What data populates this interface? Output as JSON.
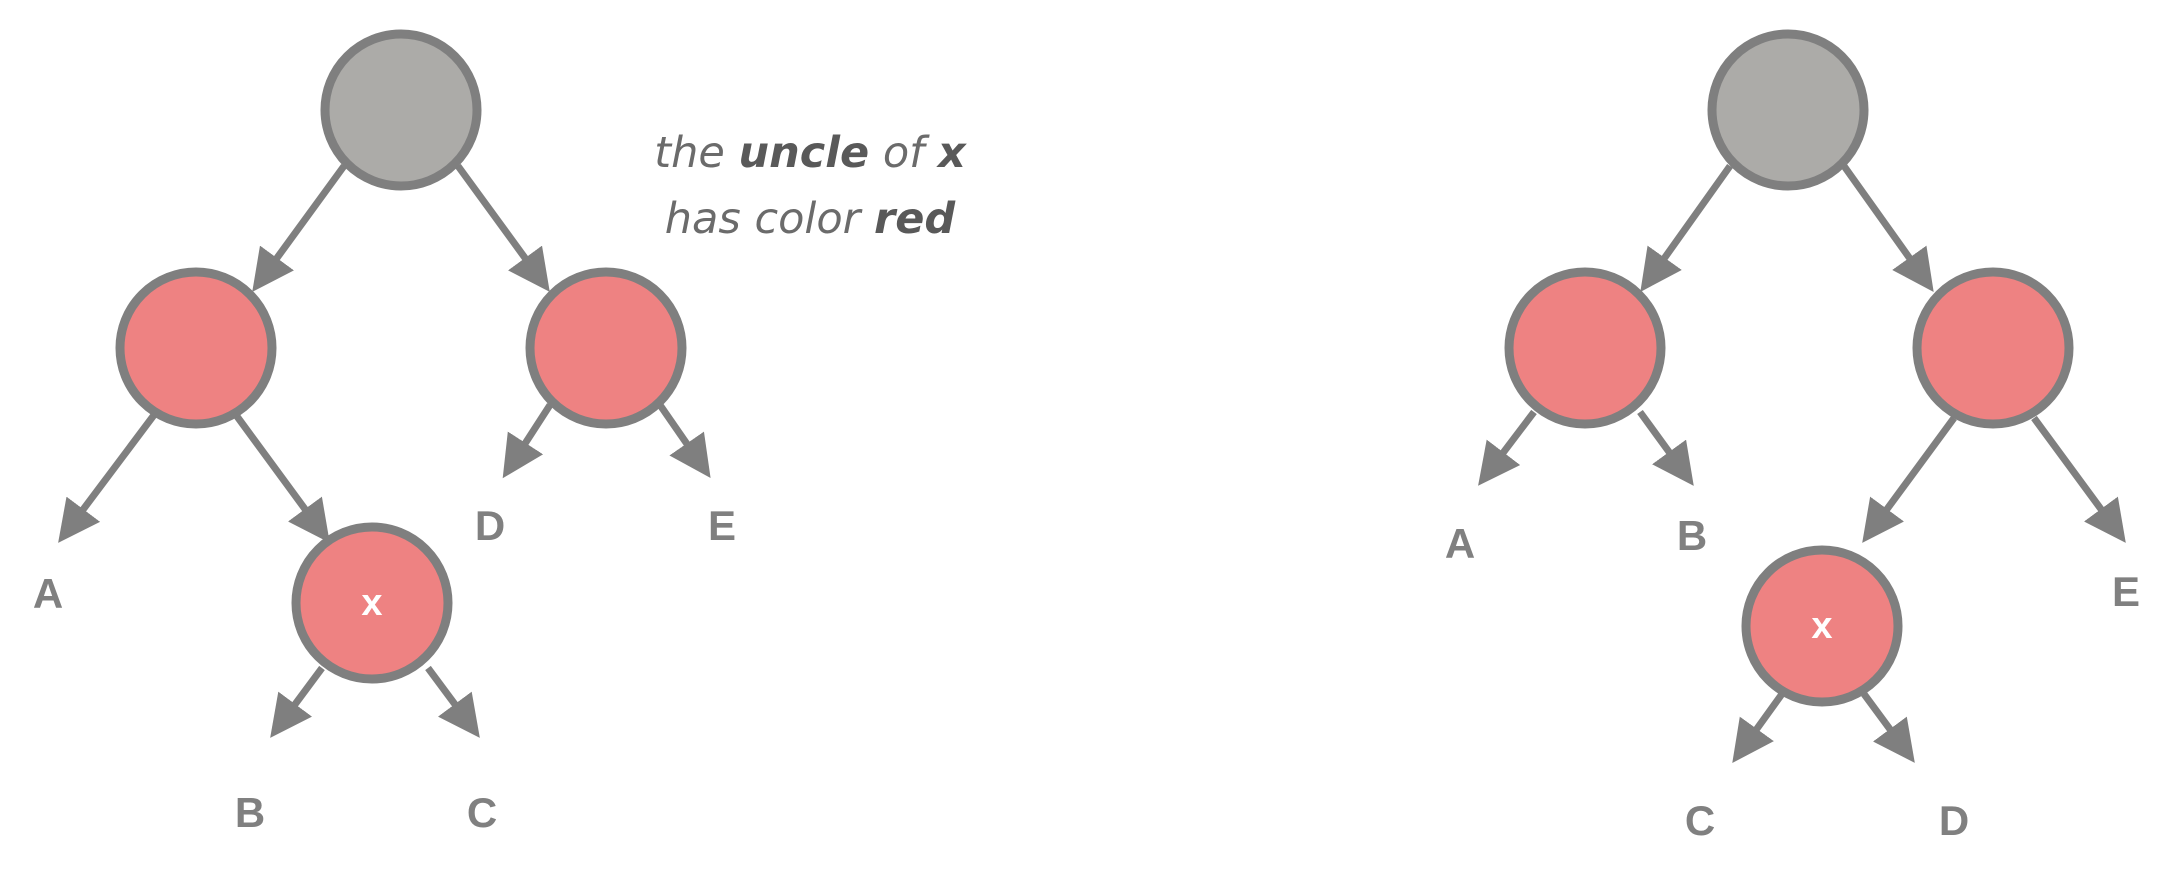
{
  "colors": {
    "red_node": "#ee8282",
    "black_node": "#acaba8",
    "stroke": "#7f7f7f",
    "leaf_text": "#808080",
    "caption_text": "#6b6b6b"
  },
  "caption": {
    "line1_prefix": "the",
    "line1_bold": "uncle",
    "line1_middle": "of",
    "line1_var": "x",
    "line2_prefix": "has color",
    "line2_bold": "red"
  },
  "left_tree": {
    "nodes": [
      {
        "id": "root",
        "color": "black",
        "label": ""
      },
      {
        "id": "parent",
        "color": "red",
        "label": ""
      },
      {
        "id": "uncle",
        "color": "red",
        "label": ""
      },
      {
        "id": "x",
        "color": "red",
        "label": "x"
      }
    ],
    "leaves": [
      "A",
      "B",
      "C",
      "D",
      "E"
    ]
  },
  "right_tree": {
    "nodes": [
      {
        "id": "root",
        "color": "black",
        "label": ""
      },
      {
        "id": "left",
        "color": "red",
        "label": ""
      },
      {
        "id": "right",
        "color": "red",
        "label": ""
      },
      {
        "id": "x",
        "color": "red",
        "label": "x"
      }
    ],
    "leaves": [
      "A",
      "B",
      "C",
      "D",
      "E"
    ]
  }
}
